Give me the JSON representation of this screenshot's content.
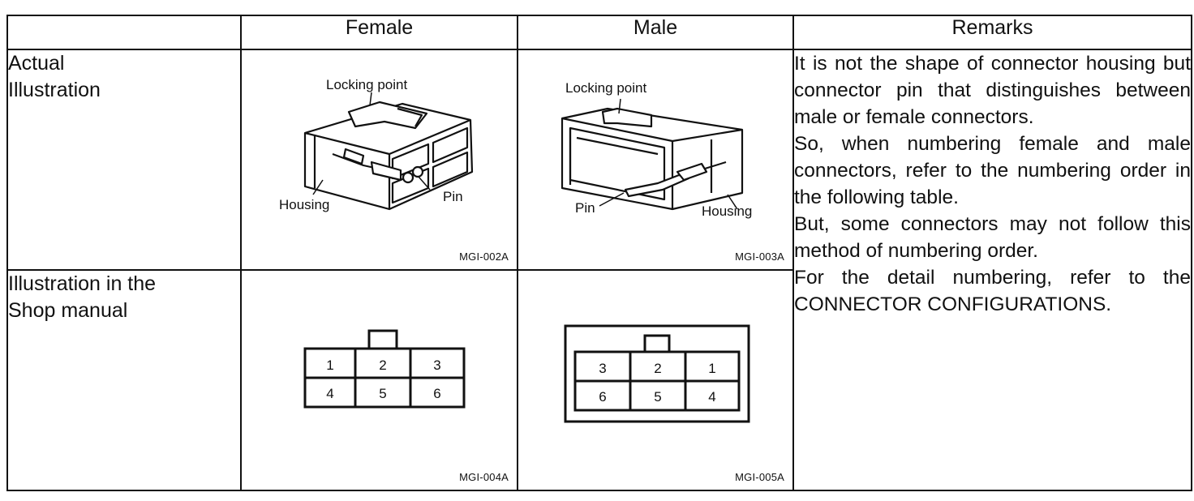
{
  "headers": {
    "blank": "",
    "female": "Female",
    "male": "Male",
    "remarks": "Remarks"
  },
  "rows": {
    "actual": {
      "label_line1": "Actual",
      "label_line2": "Illustration"
    },
    "shop": {
      "label_line1": "Illustration in the",
      "label_line2": "Shop manual"
    }
  },
  "figures": {
    "female_actual": {
      "code": "MGI-002A",
      "locking_point": "Locking point",
      "housing": "Housing",
      "pin": "Pin"
    },
    "male_actual": {
      "code": "MGI-003A",
      "locking_point": "Locking point",
      "housing": "Housing",
      "pin": "Pin"
    },
    "female_shop": {
      "code": "MGI-004A",
      "pins": [
        "1",
        "2",
        "3",
        "4",
        "5",
        "6"
      ]
    },
    "male_shop": {
      "code": "MGI-005A",
      "pins": [
        "3",
        "2",
        "1",
        "6",
        "5",
        "4"
      ]
    }
  },
  "remarks": {
    "p1": "It is not the shape of connector housing but connector pin that distinguishes between male or female connectors.",
    "p2": "So, when numbering female and male connectors, refer to the numbering order in the following table.",
    "p3": "But, some connectors may not follow this method of numbering order.",
    "p4": "For the detail numbering, refer to the CONNECTOR CONFIGURATIONS."
  }
}
